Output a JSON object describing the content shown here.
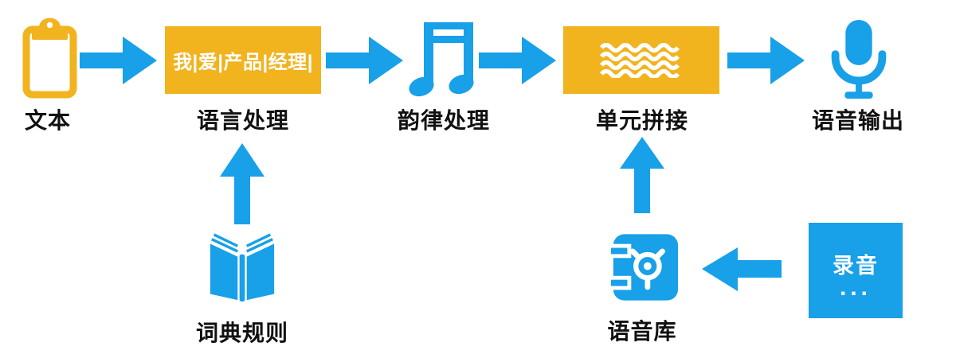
{
  "colors": {
    "blue": "#18A0E8",
    "yellow": "#F1B31E",
    "text": "#111111",
    "background": "#FFFFFF"
  },
  "pipeline": {
    "steps": [
      {
        "id": "text-input",
        "label": "文本",
        "icon": "clipboard-icon"
      },
      {
        "id": "language-processing",
        "label": "语言处理",
        "icon": "segmentation-box",
        "box_text": "我|爱|产品|经理|"
      },
      {
        "id": "prosody-processing",
        "label": "韵律处理",
        "icon": "music-note-icon"
      },
      {
        "id": "unit-concatenation",
        "label": "单元拼接",
        "icon": "waveform-box"
      },
      {
        "id": "speech-output",
        "label": "语音输出",
        "icon": "microphone-icon"
      }
    ],
    "resources": [
      {
        "id": "dictionary-rules",
        "label": "词典规则",
        "icon": "open-book-icon",
        "feeds": "语言处理"
      },
      {
        "id": "speech-database",
        "label": "语音库",
        "icon": "safe-icon",
        "feeds": "单元拼接"
      },
      {
        "id": "recording",
        "label": "录音",
        "dots": "...",
        "icon": "recording-box",
        "feeds": "语音库"
      }
    ]
  }
}
